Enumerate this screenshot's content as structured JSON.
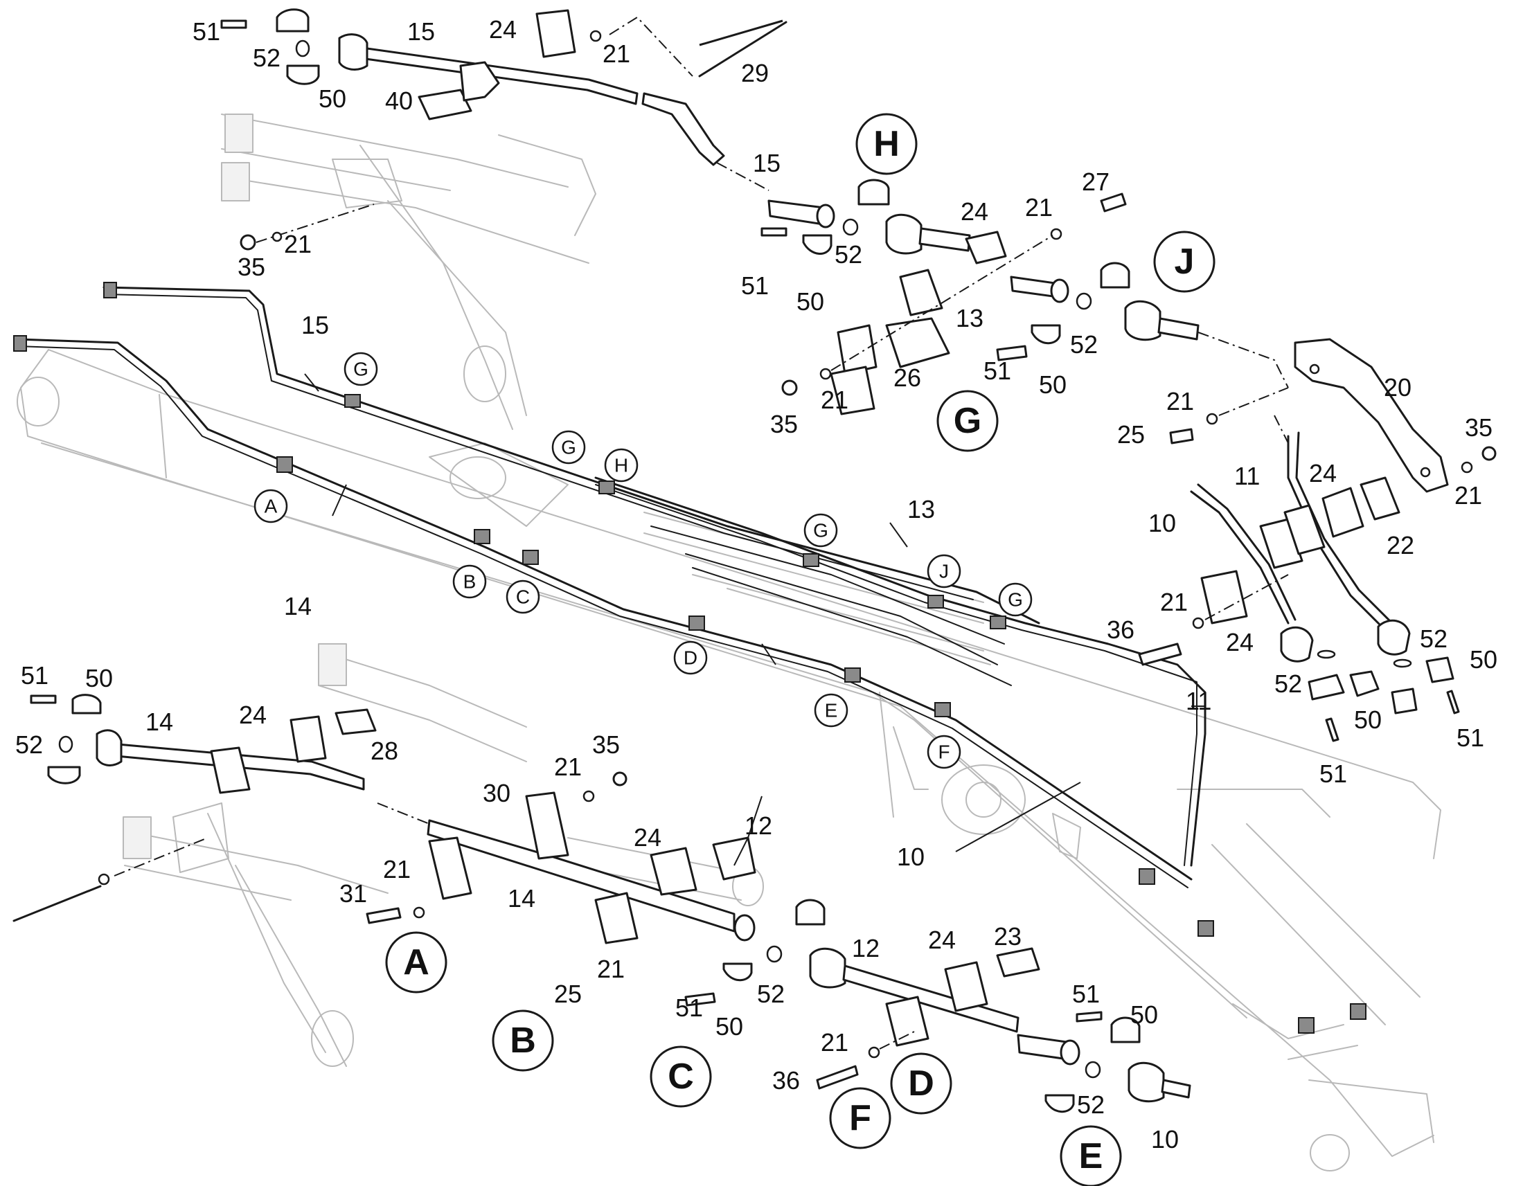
{
  "detail_markers": [
    "H",
    "J",
    "G",
    "A",
    "B",
    "C",
    "D",
    "E",
    "F"
  ],
  "location_markers": [
    "G",
    "H",
    "A",
    "B",
    "C",
    "G",
    "J",
    "G",
    "D",
    "E",
    "F"
  ],
  "part_numbers": {
    "top": [
      "51",
      "52",
      "50",
      "15",
      "40",
      "24",
      "21",
      "29",
      "35",
      "21"
    ],
    "upper_right": [
      "15",
      "52",
      "51",
      "50",
      "24",
      "21",
      "27",
      "13",
      "51",
      "50",
      "52",
      "21",
      "26",
      "35"
    ],
    "right": [
      "20",
      "21",
      "25",
      "35",
      "21",
      "11",
      "24",
      "22",
      "10",
      "21",
      "24",
      "36",
      "52",
      "50",
      "52",
      "50",
      "51",
      "51"
    ],
    "middle": [
      "15",
      "14",
      "13",
      "12",
      "11",
      "10"
    ],
    "lower_left": [
      "51",
      "50",
      "52",
      "14",
      "24",
      "28",
      "30",
      "21",
      "35",
      "21",
      "31",
      "14"
    ],
    "lower_right": [
      "24",
      "25",
      "21",
      "51",
      "50",
      "52",
      "12",
      "24",
      "23",
      "21",
      "36",
      "51",
      "50",
      "52",
      "10"
    ]
  }
}
